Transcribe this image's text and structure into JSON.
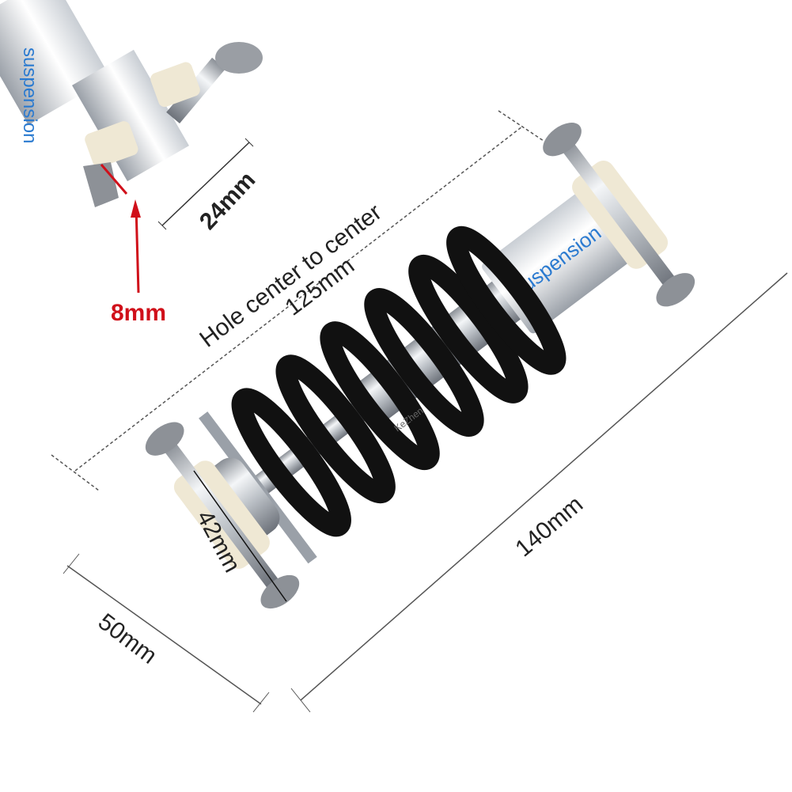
{
  "product": {
    "brand_text": "suspension",
    "spring_text": "KeZhen"
  },
  "dimensions": {
    "pin_length": "24mm",
    "pin_diameter": "8mm",
    "hole_center_label": "Hole center to center",
    "hole_center_value": "125mm",
    "total_length": "140mm",
    "spring_diameter": "42mm",
    "eye_width": "50mm"
  },
  "colors": {
    "pin_diameter_arrow": "#d0101a",
    "spring": "#111111",
    "bushing": "#efe8d4",
    "brand_text": "#2a7ad0"
  }
}
